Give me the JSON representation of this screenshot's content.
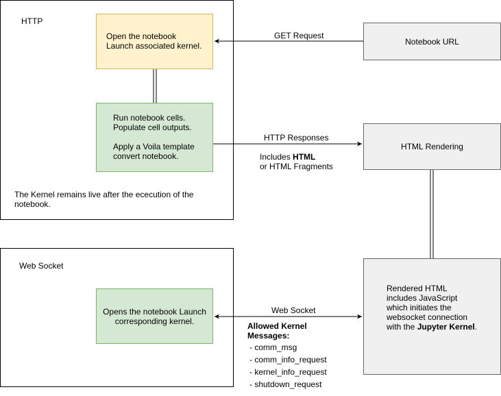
{
  "http_group": {
    "title": "HTTP",
    "note": "The Kernel remains live after the ececution of the\nnotebook."
  },
  "open_notebook": {
    "text": "Open the notebook\nLaunch associated kernel."
  },
  "run_cells": {
    "text": "Run notebook cells.\nPopulate cell outputs.\n\nApply a Voila template\nconvert notebook."
  },
  "notebook_url": {
    "text": "Notebook URL"
  },
  "html_rendering": {
    "text": "HTML Rendering"
  },
  "get_request": {
    "label": "GET Request"
  },
  "http_responses": {
    "label": "HTTP Responses",
    "includes_prefix": "Includes ",
    "includes_bold": "HTML",
    "fragments": "or HTML Fragments"
  },
  "websocket_group": {
    "title": "Web Socket"
  },
  "opens_notebook": {
    "text": "Opens the notebook Launch\ncorresponding kernel."
  },
  "rendered_html": {
    "text_part1": "Rendered HTML\nincludes JavaScript\nwhich initiates the\nwebsocket connection\nwith the ",
    "text_bold": "Jupyter Kernel",
    "text_part2": "."
  },
  "websocket_edge": {
    "label": "Web Socket",
    "messages_title": "Allowed Kernel\nMessages:",
    "messages": [
      "- comm_msg",
      "- comm_info_request",
      "- kernel_info_request",
      "- shutdown_request"
    ]
  },
  "colors": {
    "yellow_fill": "#fff2cc",
    "yellow_stroke": "#d6b656",
    "green_fill": "#d5e8d4",
    "green_stroke": "#82b366",
    "gray_fill": "#f0f0f0",
    "gray_stroke": "#666666"
  }
}
